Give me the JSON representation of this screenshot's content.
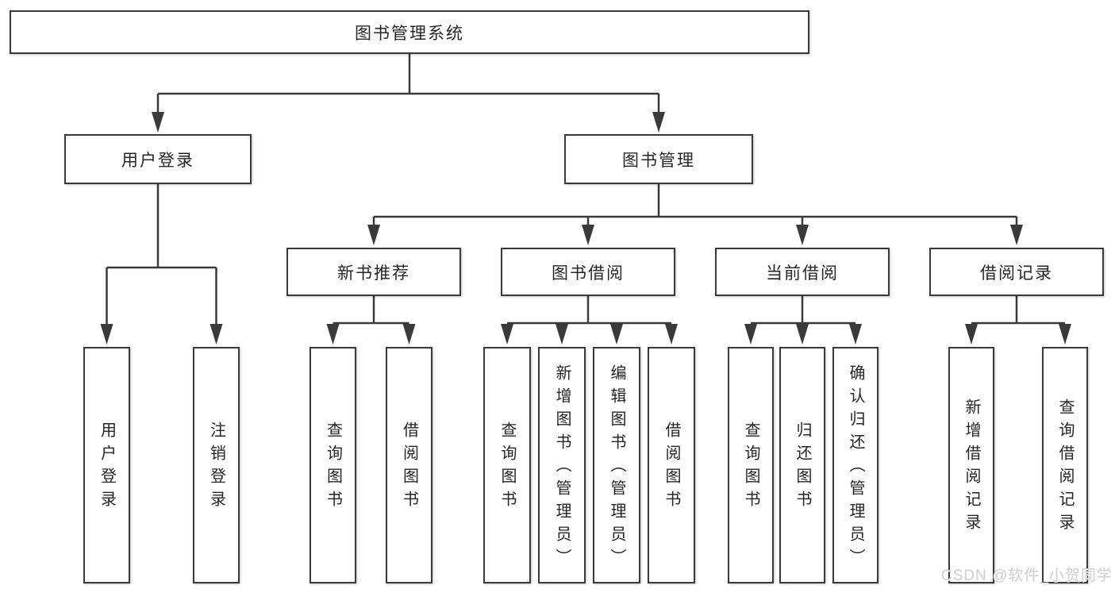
{
  "diagram_title": "图书管理系统",
  "watermark": "CSDN @软件_小贺同学",
  "colors": {
    "background": "#ffffff",
    "box_border": "#3a3a3a",
    "connector_line": "#3a3a3a",
    "text": "#262626",
    "watermark_text": "#d2d2d2"
  },
  "tree": {
    "label": "图书管理系统",
    "children": [
      {
        "label": "用户登录",
        "children": [
          {
            "label": "用户登录"
          },
          {
            "label": "注销登录"
          }
        ]
      },
      {
        "label": "图书管理",
        "children": [
          {
            "label": "新书推荐",
            "children": [
              {
                "label": "查询图书"
              },
              {
                "label": "借阅图书"
              }
            ]
          },
          {
            "label": "图书借阅",
            "children": [
              {
                "label": "查询图书"
              },
              {
                "label": "新增图书（管理员）"
              },
              {
                "label": "编辑图书（管理员）"
              },
              {
                "label": "借阅图书"
              }
            ]
          },
          {
            "label": "当前借阅",
            "children": [
              {
                "label": "查询图书"
              },
              {
                "label": "归还图书"
              },
              {
                "label": "确认归还（管理员）"
              }
            ]
          },
          {
            "label": "借阅记录",
            "children": [
              {
                "label": "新增借阅记录"
              },
              {
                "label": "查询借阅记录"
              }
            ]
          }
        ]
      }
    ]
  }
}
